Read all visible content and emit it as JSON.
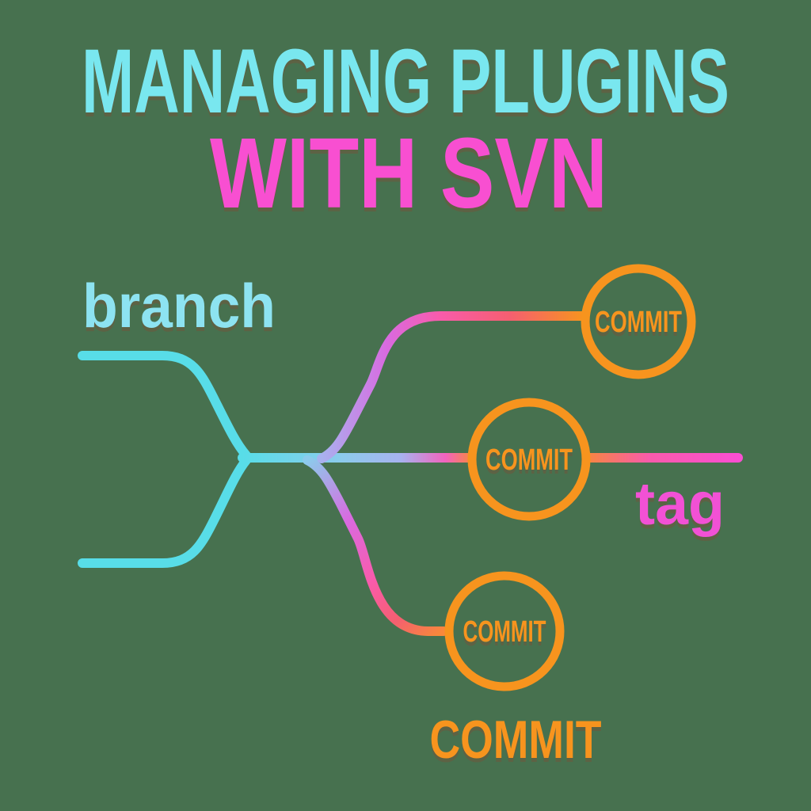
{
  "title": {
    "line1": "MANAGING PLUGINS",
    "line2": "WITH SVN"
  },
  "labels": {
    "branch": "branch",
    "tag": "tag",
    "commit_big": "COMMIT"
  },
  "commit_nodes": [
    {
      "label": "COMMIT"
    },
    {
      "label": "COMMIT"
    },
    {
      "label": "COMMIT"
    }
  ],
  "colors": {
    "background": "#47714F",
    "title_cyan": "#79E7EF",
    "title_magenta": "#F84FD1",
    "branch_cyan": "#8DE3F1",
    "tag_magenta": "#F251D5",
    "orange": "#F7941E",
    "line_cyan": "#58DDE8",
    "light_blue": "#8CCBEC",
    "lavender": "#A8B2EF",
    "violet": "#D96AE0",
    "pink": "#F263BE",
    "hot_pink": "#F95BAB",
    "salmon": "#F55F70",
    "orange_line": "#F8883B",
    "magenta_end": "#FB4ED2"
  }
}
